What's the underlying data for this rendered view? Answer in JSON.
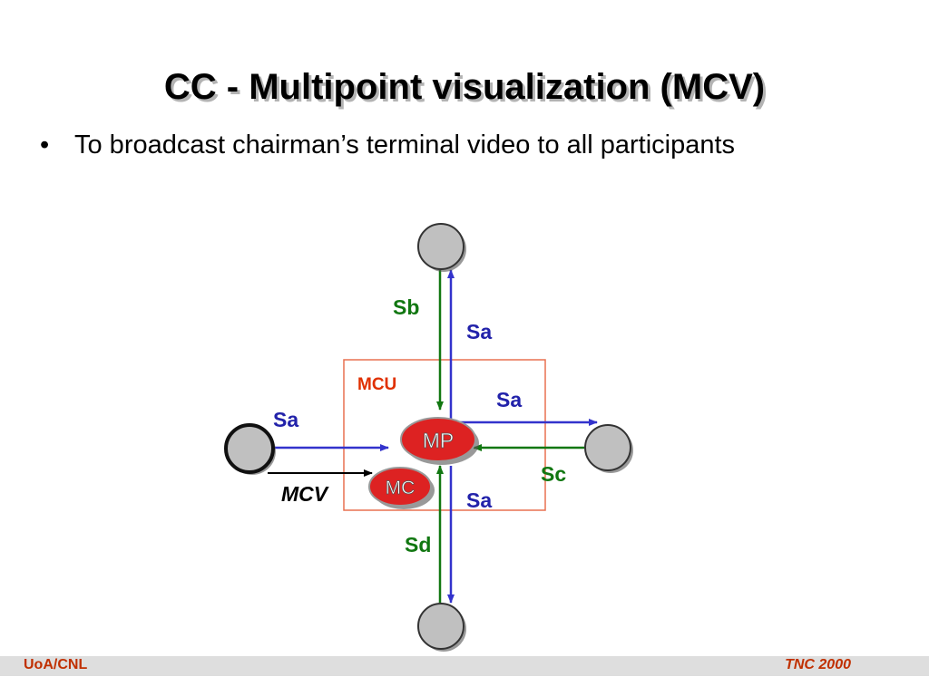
{
  "title": "CC - Multipoint visualization (MCV)",
  "bullet": {
    "symbol": "•",
    "text": "To broadcast chairman’s terminal video to all participants"
  },
  "diagram": {
    "box_label": "MCU",
    "mp_label": "MP",
    "mc_label": "MC",
    "flows": {
      "sa_top": "Sa",
      "sb": "Sb",
      "sa_right": "Sa",
      "sc": "Sc",
      "sa_left": "Sa",
      "sa_bottom": "Sa",
      "sd": "Sd",
      "mcv": "MCV"
    },
    "colors": {
      "sa_arrow": "#3333cc",
      "s_arrow": "#117711",
      "node_red": "#dd2222",
      "mcu_border": "#e87050",
      "mcu_text": "#e03000",
      "terminal_gray": "#c0c0c0"
    }
  },
  "footer": {
    "left": "UoA/CNL",
    "right": "TNC 2000"
  }
}
